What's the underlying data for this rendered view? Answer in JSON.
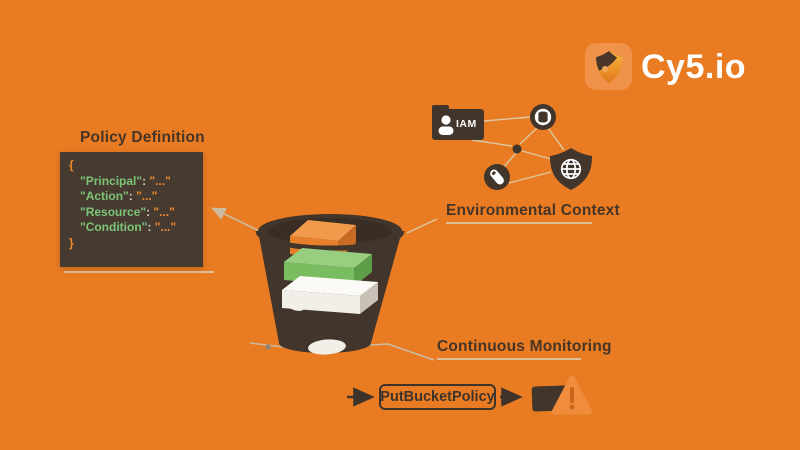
{
  "brand": {
    "name": "Cy5.io"
  },
  "policy": {
    "title": "Policy Definition",
    "open_brace": "{",
    "close_brace": "}",
    "lines": [
      {
        "key": "\"Principal\"",
        "sep": ": ",
        "value": "\"...\""
      },
      {
        "key": "\"Action\"",
        "sep": ": ",
        "value": "\"...\""
      },
      {
        "key": "\"Resource\"",
        "sep": ": ",
        "value": "\"...\""
      },
      {
        "key": "\"Condition\"",
        "sep": ": ",
        "value": "\"...\""
      }
    ]
  },
  "environment": {
    "label": "Environmental Context",
    "iam_badge": "IAM"
  },
  "monitoring": {
    "label": "Continuous Monitoring"
  },
  "flow": {
    "action": "PutBucketPolicy"
  },
  "icons": {
    "logo": "shield-logo-icon",
    "iam": "iam-folder-icon",
    "user": "user-icon",
    "database": "database-icon",
    "credential": "key-icon",
    "network_node": "node-dot-icon",
    "globe_shield": "globe-shield-icon",
    "bucket": "s3-bucket-icon",
    "warning": "warning-triangle-icon"
  },
  "colors": {
    "background": "#E97B22",
    "dark_brown": "#42352B",
    "panel": "#473A31",
    "code_green": "#7CC576",
    "code_orange": "#EF8A2E",
    "connector_tan": "#DCC9A4",
    "block_orange": "#E87F2B",
    "block_green": "#7ABD60",
    "block_white": "#F2EFE9",
    "logo_tile": "#F0924A",
    "warning_triangle": "#F08C3C",
    "warning_mark": "#C9661C",
    "text_dark": "#463526"
  }
}
